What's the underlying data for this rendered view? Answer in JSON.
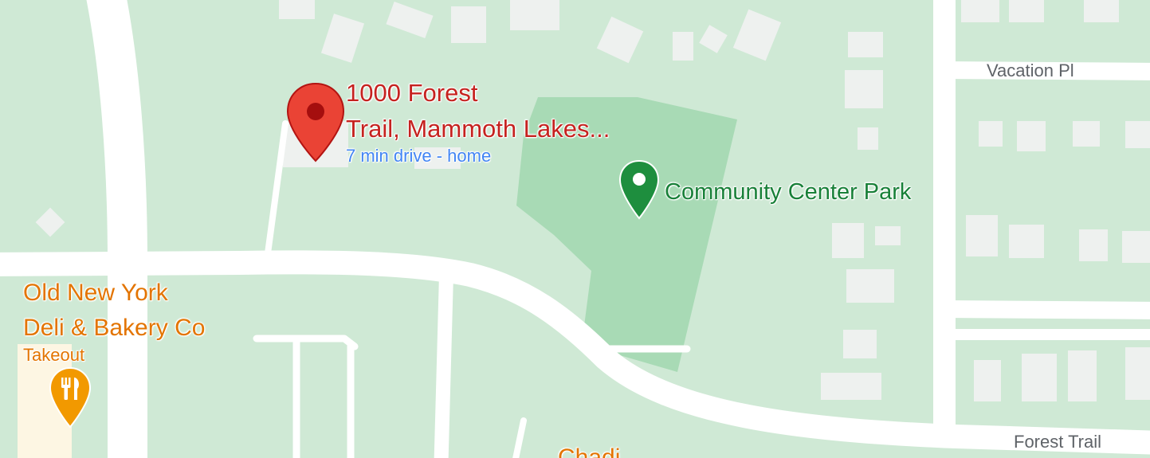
{
  "map": {
    "colors": {
      "land": "#cfe9d5",
      "park": "#a8dab5",
      "road": "#ffffff",
      "building": "#eef1ef",
      "commercial": "#fdf6e3",
      "pin_red": "#ea4335",
      "pin_green": "#1e8e3e",
      "pin_orange": "#f29900"
    },
    "selected_place": {
      "title_line1": "1000 Forest",
      "title_line2": "Trail, Mammoth Lakes...",
      "drive_info": "7 min drive - home",
      "icon": "red-location-pin-icon"
    },
    "park": {
      "name": "Community Center Park",
      "icon": "green-park-pin-icon"
    },
    "restaurant": {
      "name_line1": "Old New York",
      "name_line2": "Deli & Bakery Co",
      "service": "Takeout",
      "icon": "restaurant-fork-knife-icon"
    },
    "streets": {
      "vacation": "Vacation Pl",
      "forest_trail": "Forest Trail"
    },
    "partial_labels": {
      "bottom_center": "Chadi"
    }
  }
}
